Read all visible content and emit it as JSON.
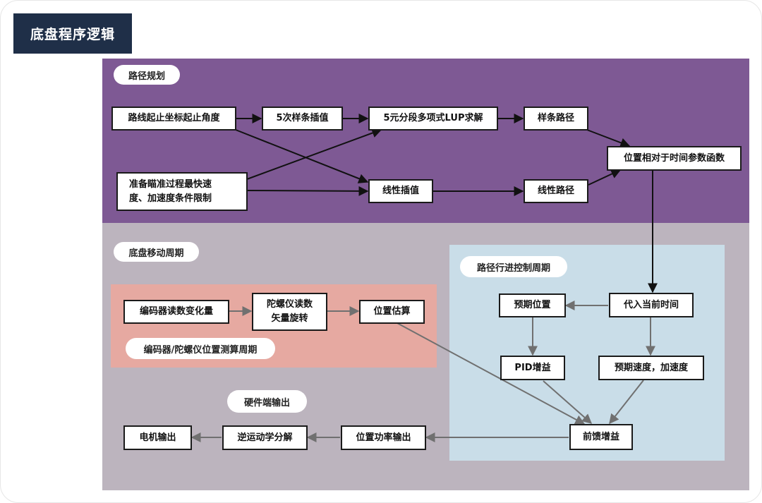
{
  "page": {
    "title": "底盘程序逻辑"
  },
  "regions": {
    "path_planning": {
      "label": "路径规划"
    },
    "chassis_cycle": {
      "label": "底盘移动周期"
    },
    "path_tracking": {
      "label": "路径行进控制周期"
    },
    "encoder_cycle": {
      "label": "编码器/陀螺仪位置测算周期"
    },
    "hardware": {
      "label": "硬件端输出"
    }
  },
  "nodes": {
    "start_end": "路线起止坐标起止角度",
    "spline5": "5次样条插值",
    "lup": "5元分段多项式LUP求解",
    "spline_path": "样条路径",
    "limits": "准备瞄准过程最快速\n度、加速度条件限制",
    "linear_interp": "线性插值",
    "linear_path": "线性路径",
    "pos_func": "位置相对于时间参数函数",
    "enc_read": "编码器读数变化量",
    "gyro": "陀螺仪读数\n矢量旋转",
    "pos_est": "位置估算",
    "expected_pos": "预期位置",
    "current_time": "代入当前时间",
    "pid": "PID增益",
    "expected_vel": "预期速度，加速度",
    "feedforward": "前馈增益",
    "pos_power": "位置功率输出",
    "inverse_kin": "逆运动学分解",
    "motor": "电机输出"
  },
  "colors": {
    "title_bg": "#1f2f48",
    "path_planning_bg": "#7e5994",
    "chassis_cycle_bg": "#bcb4be",
    "path_tracking_bg": "#c9dde8",
    "encoder_cycle_bg": "#e6a9a1",
    "arrow_dark": "#111111",
    "arrow_gray": "#707070"
  }
}
